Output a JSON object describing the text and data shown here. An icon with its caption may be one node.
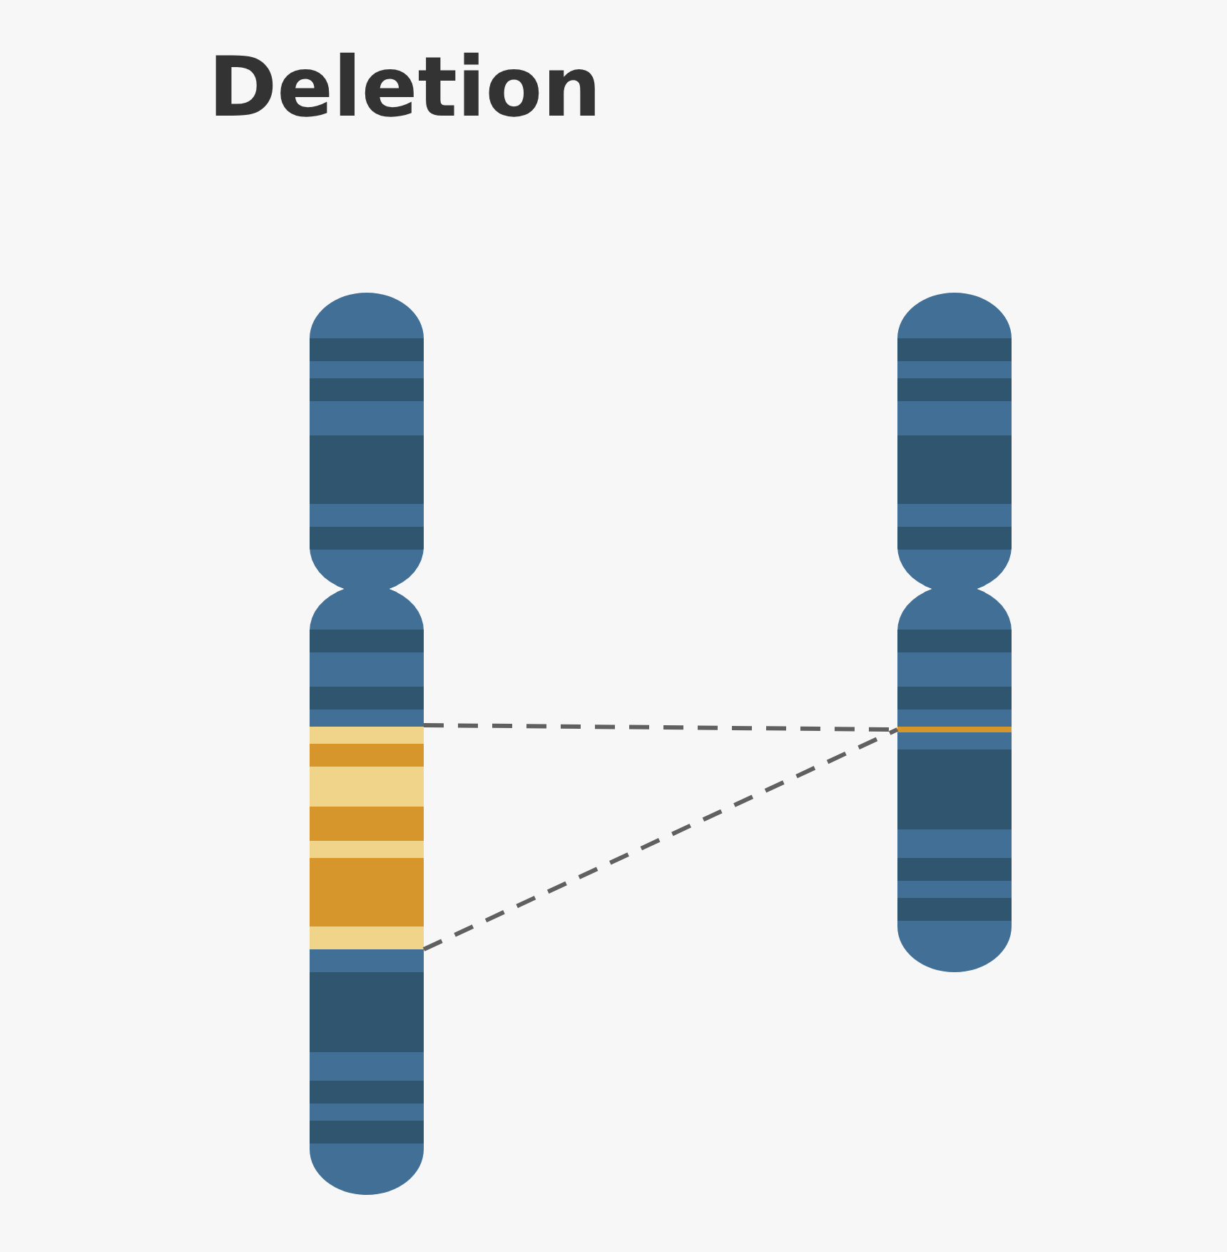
{
  "diagram": {
    "title": "Deletion",
    "nodes": [
      {
        "text": [],
        "shape": "bar"
      },
      {
        "text": [],
        "shape": "bar"
      }
    ],
    "edges": [
      {
        "from": 0,
        "to": 1,
        "arrow": "none",
        "style": "dashed"
      },
      {
        "from": 0,
        "to": 1,
        "arrow": "none",
        "style": "dashed"
      }
    ]
  }
}
